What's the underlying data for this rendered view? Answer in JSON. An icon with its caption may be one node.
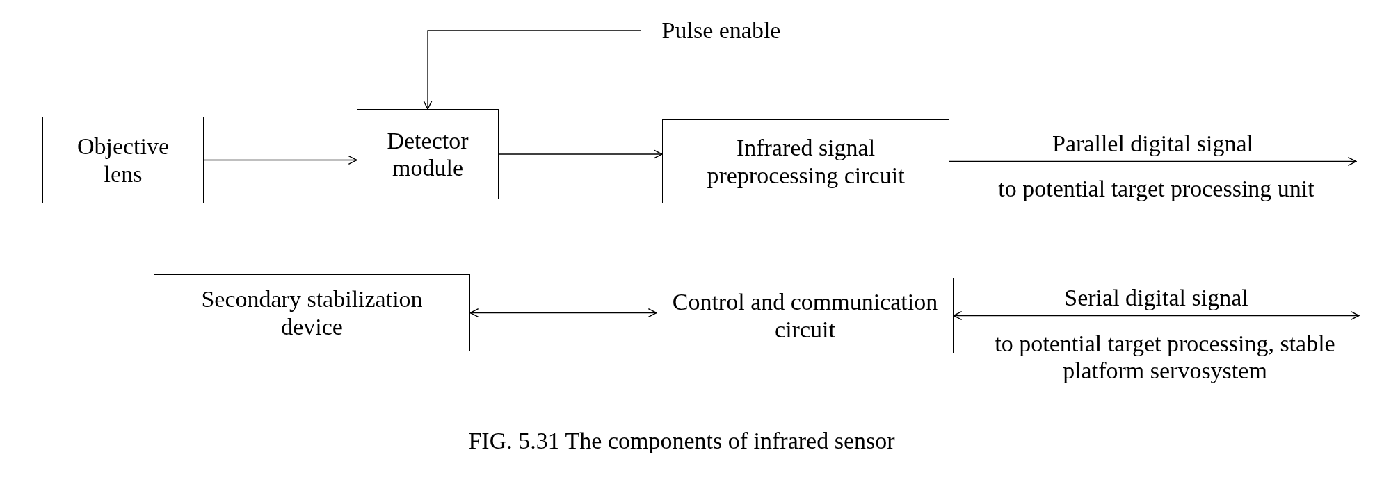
{
  "diagram": {
    "caption": "FIG. 5.31 The components of infrared sensor",
    "nodes": [
      {
        "text": [
          "Pulse enable"
        ]
      },
      {
        "text": [
          "Objective lens"
        ]
      },
      {
        "text": [
          "Detector module"
        ]
      },
      {
        "text": [
          "Infrared signal preprocessing circuit"
        ]
      },
      {
        "text": [
          "Secondary stabilization device"
        ]
      },
      {
        "text": [
          "Control and communication circuit"
        ]
      },
      {
        "text": [
          "to potential target processing unit"
        ]
      },
      {
        "text": [
          "to potential target processing, stable platform servosystem"
        ]
      }
    ],
    "edges": [
      {
        "from": 1,
        "to": 2,
        "arrow": "to"
      },
      {
        "from": 0,
        "to": 2,
        "arrow": "to"
      },
      {
        "from": 2,
        "to": 3,
        "arrow": "to"
      },
      {
        "from": 3,
        "to": 6,
        "arrow": "to",
        "label": "Parallel digital signal"
      },
      {
        "from": 4,
        "to": 5,
        "arrow": "both"
      },
      {
        "from": 5,
        "to": 7,
        "arrow": "both",
        "label": "Serial digital signal"
      }
    ]
  }
}
